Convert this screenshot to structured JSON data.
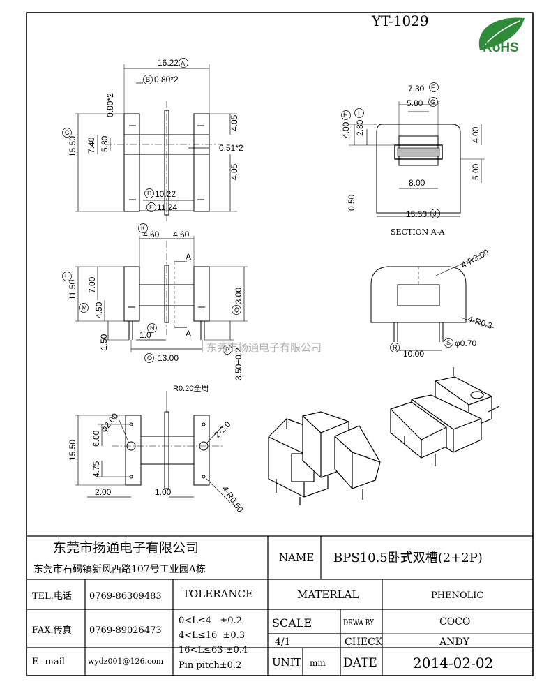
{
  "drawing": {
    "part_code": "YT-1029",
    "rohs_mark": "RoHS",
    "section_label": "SECTION A-A",
    "watermark": "东莞市扬通电子有限公司",
    "dims": {
      "A": "16.22",
      "B": "0.80*2",
      "C": "15.50",
      "D": "10.22",
      "E": "11.24",
      "F": "7.30",
      "G": "5.80",
      "H": "4.00",
      "I": "2.80",
      "J": "15.50",
      "K": "4.60",
      "K2": "4.60",
      "L": "11.50",
      "M": "4.50",
      "N": "1.0",
      "O": "13.00",
      "P": "3.50±0.2",
      "Q": "13.00",
      "R": "10.00",
      "S": "φ0.70",
      "top_0_80x2": "0.80*2",
      "top_7_40": "7.40",
      "top_5_80": "5.80",
      "top_4_05a": "4.05",
      "top_4_05b": "4.05",
      "top_0_51x2": "0.51*2",
      "sec_4_00": "4.00",
      "sec_5_00": "5.00",
      "sec_8_00": "8.00",
      "sec_0_50": "0.50",
      "front_7_00": "7.00",
      "front_1_50": "1.50",
      "side_r300": "4-R3.00",
      "side_r03": "4-R0.3",
      "bot_r020": "R0.20全周",
      "bot_phi200": "φ2.00",
      "bot_15_50": "15.50",
      "bot_6_00": "6.00",
      "bot_4_75": "4.75",
      "bot_2_00": "2.00",
      "bot_1_00": "1.00",
      "bot_2_2_0": "2-2.0",
      "bot_r050": "4-R0.50",
      "mark_A1": "A",
      "mark_A2": "A"
    }
  },
  "title_block": {
    "company_name": "东莞市扬通电子有限公司",
    "company_address": "东莞市石碣镇新风西路107号工业园A栋",
    "tel_label": "TEL.电话",
    "tel_value": "0769-86309483",
    "fax_label": "FAX.传真",
    "fax_value": "0769-89026473",
    "email_label": "E--mail",
    "email_value": "wydz001@126.com",
    "tolerance_label": "TOLERANCE",
    "tolerance_rows": [
      "0<L≤4   ±0.2",
      "4<L≤16  ±0.3",
      "16<L≤63 ±0.4",
      "Pin pitch±0.2"
    ],
    "name_label": "NAME",
    "name_value": "BPS10.5卧式双槽(2+2P)",
    "material_label": "MATERLAL",
    "material_value": "PHENOLIC",
    "scale_label": "SCALE",
    "scale_value": "4/1",
    "drawn_label": "DRWA BY",
    "drawn_value": "COCO",
    "check_label": "CHECK",
    "check_value": "ANDY",
    "unit_label": "UNIT",
    "unit_value": "mm",
    "date_label": "DATE",
    "date_value": "2014-02-02"
  }
}
